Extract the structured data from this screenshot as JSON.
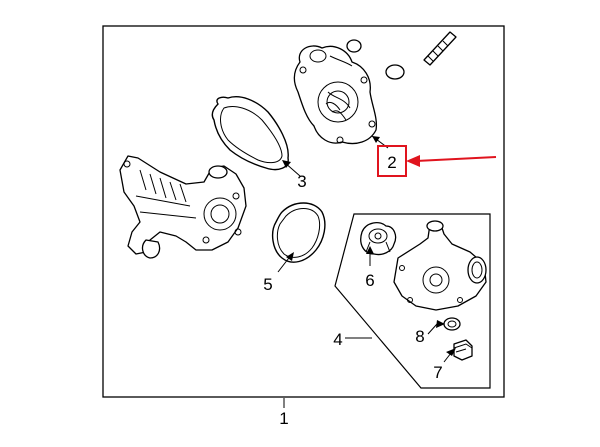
{
  "diagram": {
    "callouts": {
      "main_assembly": "1",
      "water_pump": "2",
      "pump_gasket": "3",
      "inlet_gasket": "4",
      "housing_group": "5",
      "thermostat": "6",
      "drain_plug": "7",
      "plug_seal": "8"
    },
    "colors": {
      "line_art": "#000000",
      "highlight": "#e0141e",
      "background": "#ffffff"
    }
  }
}
